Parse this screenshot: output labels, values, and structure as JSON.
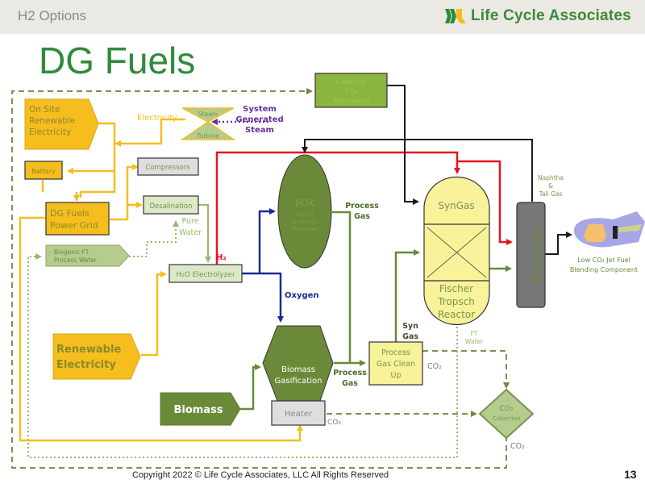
{
  "header": {
    "section_label": "H2 Options",
    "logo_text": "Life Cycle Associates",
    "logo_icon": "lca-logo-icon"
  },
  "title": "DG Fuels",
  "diagram": {
    "nodes": {
      "onsite_renewable": [
        "On Site",
        "Renewable",
        "Electricity"
      ],
      "battery": "Battery",
      "dg_power_grid": [
        "DG Fuels",
        "Power Grid"
      ],
      "biogenic_water": [
        "Biogenic FT",
        "Process Water"
      ],
      "renewable_electricity": [
        "Renewable",
        "Electricity"
      ],
      "steam_turbine_top": "Steam",
      "steam_turbine_bottom": "Turbine",
      "compressors": "Compressors",
      "desalination": "Desalination",
      "electrolyzer": "H₂O Electrolyzer",
      "catalytic_reforming": [
        "Catalytic",
        "CO₂",
        "Reforming"
      ],
      "pox": [
        "POX",
        "Partial",
        "Oxidation",
        "Reformer"
      ],
      "syngas_section": "SynGas",
      "ft_reactor": [
        "Fischer",
        "Tropsch",
        "Reactor"
      ],
      "upgrading": "Upgrading",
      "biomass": "Biomass",
      "biomass_gasification": [
        "Biomass",
        "Gasification"
      ],
      "heater": "Heater",
      "gas_cleanup": [
        "Process",
        "Gas Clean",
        "Up"
      ],
      "co2_collection": [
        "CO₂",
        "Collection"
      ],
      "jet_fuel_product": [
        "Low CO₂ Jet Fuel",
        "Blending Component"
      ]
    },
    "labels": {
      "electricity": "Electricity",
      "system_steam": [
        "System",
        "Generated",
        "Steam"
      ],
      "pure_water": [
        "Pure",
        "Water"
      ],
      "h2": "H₂",
      "oxygen": "Oxygen",
      "process_gas_pox": [
        "Process",
        "Gas"
      ],
      "process_gas_gasifier": [
        "Process",
        "Gas"
      ],
      "syn_gas": [
        "Syn",
        "Gas"
      ],
      "naphtha": [
        "Naphtha",
        "&",
        "Tail Gas"
      ],
      "ft_water": [
        "FT",
        "Water"
      ],
      "co2_cleanup": "CO₂",
      "co2_heater": "CO₂",
      "co2_out": "CO₂"
    },
    "colors": {
      "electricity": "#f5be1e",
      "hydrogen": "#e8141e",
      "oxygen": "#1c2a96",
      "process": "#6a8a3a",
      "carbon": "#1a1a1a",
      "steam": "#6a2ea0",
      "co2": "#7a9450",
      "water": "#9ab86a"
    }
  },
  "footer": {
    "copyright": "Copyright 2022 © Life Cycle Associates, LLC All Rights Reserved",
    "page_number": "13"
  }
}
